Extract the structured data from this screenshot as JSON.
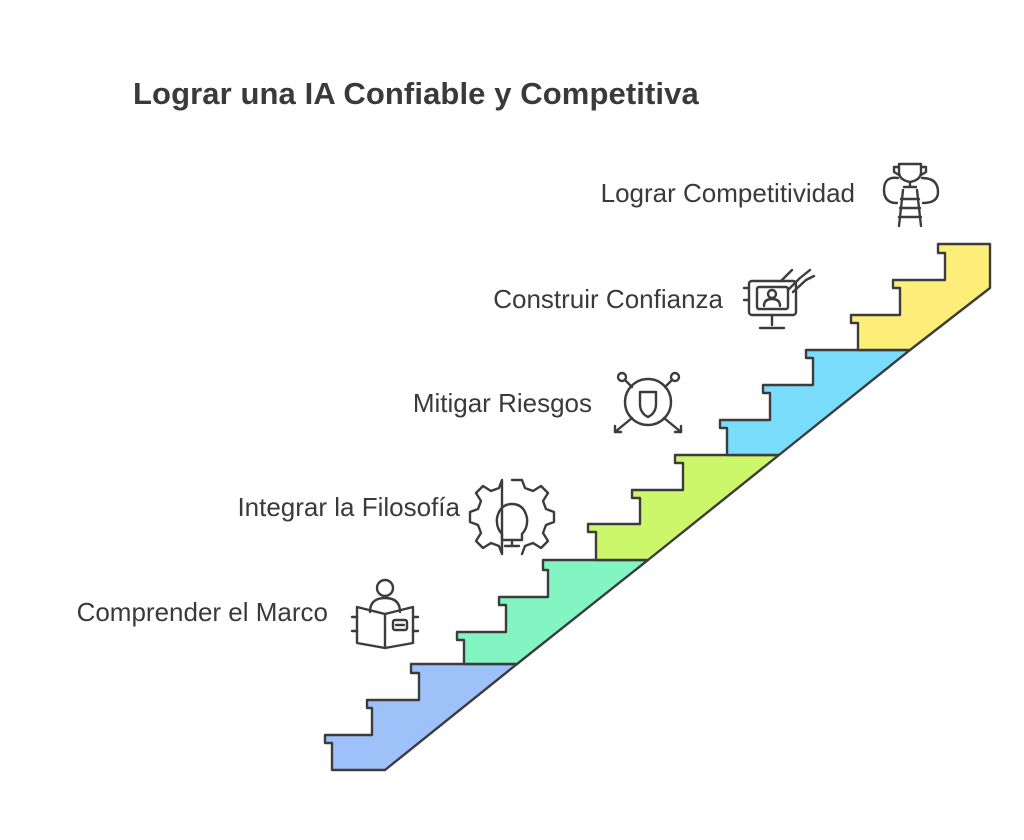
{
  "title": "Lograr una IA Confiable y Competitiva",
  "steps": [
    {
      "label": "Comprender el Marco",
      "icon": "book-reader-icon",
      "color": "#9ec1fa"
    },
    {
      "label": "Integrar la Filosofía",
      "icon": "gear-lightbulb-icon",
      "color": "#82f5c3"
    },
    {
      "label": "Mitigar Riesgos",
      "icon": "shield-network-icon",
      "color": "#cdf76a"
    },
    {
      "label": "Construir Confianza",
      "icon": "monitor-user-icon",
      "color": "#78dcfa"
    },
    {
      "label": "Lograr Competitividad",
      "icon": "trophy-ladder-icon",
      "color": "#fdee7a"
    }
  ],
  "outline_color": "#3c3c3c"
}
